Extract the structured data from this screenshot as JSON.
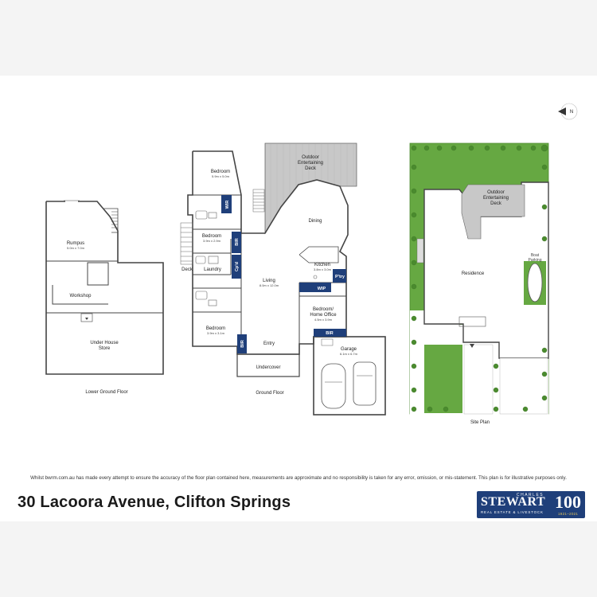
{
  "north_label": "N",
  "rooms": {
    "rumpus": {
      "name": "Rumpus",
      "dims": "5.0m x 7.0m"
    },
    "workshop": {
      "name": "Workshop"
    },
    "under_house_store": {
      "line1": "Under House",
      "line2": "Store"
    },
    "bedroom_top": {
      "name": "Bedroom",
      "dims": "5.9m x 5.0m"
    },
    "outdoor_deck_ground": {
      "line1": "Outdoor",
      "line2": "Entertaining",
      "line3": "Deck"
    },
    "dining": {
      "name": "Dining"
    },
    "wir": {
      "name": "WIR"
    },
    "bedroom_mid": {
      "name": "Bedroom",
      "dims": "3.9m x 2.9m"
    },
    "bir_mid": {
      "name": "BIR"
    },
    "kitchen": {
      "name": "Kitchen",
      "dims": "3.8m x 3.0m"
    },
    "laundry": {
      "name": "Laundry"
    },
    "cpd": {
      "name": "Cp'd"
    },
    "living": {
      "name": "Living",
      "dims": "8.0m x 12.0m"
    },
    "deck": {
      "name": "Deck"
    },
    "wip": {
      "name": "WIP"
    },
    "ptry": {
      "name": "P'try"
    },
    "bedroom_office": {
      "line1": "Bedroom/",
      "line2": "Home Office",
      "dims": "4.5m x 3.9m"
    },
    "bedroom_low": {
      "name": "Bedroom",
      "dims": "3.9m x 3.1m"
    },
    "bir_office": {
      "name": "BIR"
    },
    "bir_low": {
      "name": "BIR"
    },
    "entry": {
      "name": "Entry"
    },
    "garage": {
      "name": "Garage",
      "dims": "6.1m x 6.7m"
    },
    "undercover": {
      "name": "Undercover"
    },
    "site_deck": {
      "line1": "Outdoor",
      "line2": "Entertaining",
      "line3": "Deck"
    },
    "residence": {
      "name": "Residence"
    },
    "boat_parking": {
      "line1": "Boat",
      "line2": "Parking"
    }
  },
  "captions": {
    "lower": "Lower Ground Floor",
    "ground": "Ground Floor",
    "site": "Site Plan"
  },
  "disclaimer": "Whilst bwrm.com.au has made every attempt to ensure the accuracy of the floor plan contained here, measurements are approximate and no responsibility is taken for any error, omission, or mis-statement. This plan is for illustrative purposes only.",
  "address": "30 Lacoora Avenue, Clifton Springs",
  "logo": {
    "top": "CHARLES",
    "main": "STEWART",
    "sub": "REAL ESTATE & LIVESTOCK",
    "number": "100",
    "years": "1921–2021"
  },
  "colors": {
    "wall": "#444444",
    "deck": "#c8c8c8",
    "lawn": "#66a842",
    "label_box": "#1f3f7a",
    "brand": "#1f3f7a"
  }
}
